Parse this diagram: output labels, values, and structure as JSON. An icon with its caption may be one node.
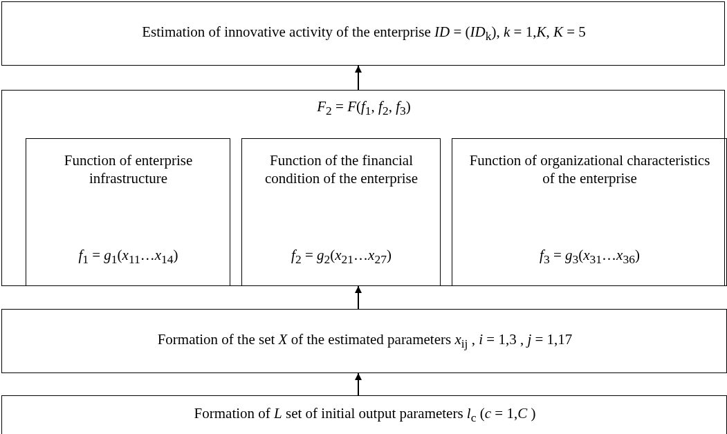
{
  "diagram": {
    "nodes": [
      {
        "text": [
          "Estimation of innovative activity of the enterprise *ID* = (*ID*$_{k}$), *k* = 1,*K*, *K* = 5"
        ]
      },
      {
        "text": [
          "*F*$_{2}$ = *F*(*f*$_{1}$, *f*$_{2}$, *f*$_{3}$)"
        ]
      },
      {
        "text": [
          "Function of enterprise infrastructure",
          "*f*$_{1}$ = *g*$_{1}$(*x*$_{11}$…*x*$_{14}$)"
        ],
        "in": 1
      },
      {
        "text": [
          "Function of the financial condition of the enterprise",
          "*f*$_{2}$ = *g*$_{2}$(*x*$_{21}$…*x*$_{27}$)"
        ],
        "in": 1
      },
      {
        "text": [
          "Function of organizational characteristics of the enterprise",
          "*f*$_{3}$ = *g*$_{3}$(*x*$_{31}$…*x*$_{36}$)"
        ],
        "in": 1
      },
      {
        "text": [
          "Formation of the set *X* of the estimated parameters *x*$_{ij}$ , *i* = 1,3 , *j* = 1,17"
        ]
      },
      {
        "text": [
          "Formation of *L* set of initial output parameters *l*$_{c}$ (*c* = 1,*C* )"
        ]
      }
    ],
    "edges": [
      {
        "from": 1,
        "to": 0,
        "arrow": "to"
      },
      {
        "from": 5,
        "to": 1,
        "arrow": "to"
      },
      {
        "from": 6,
        "to": 5,
        "arrow": "to"
      }
    ]
  }
}
